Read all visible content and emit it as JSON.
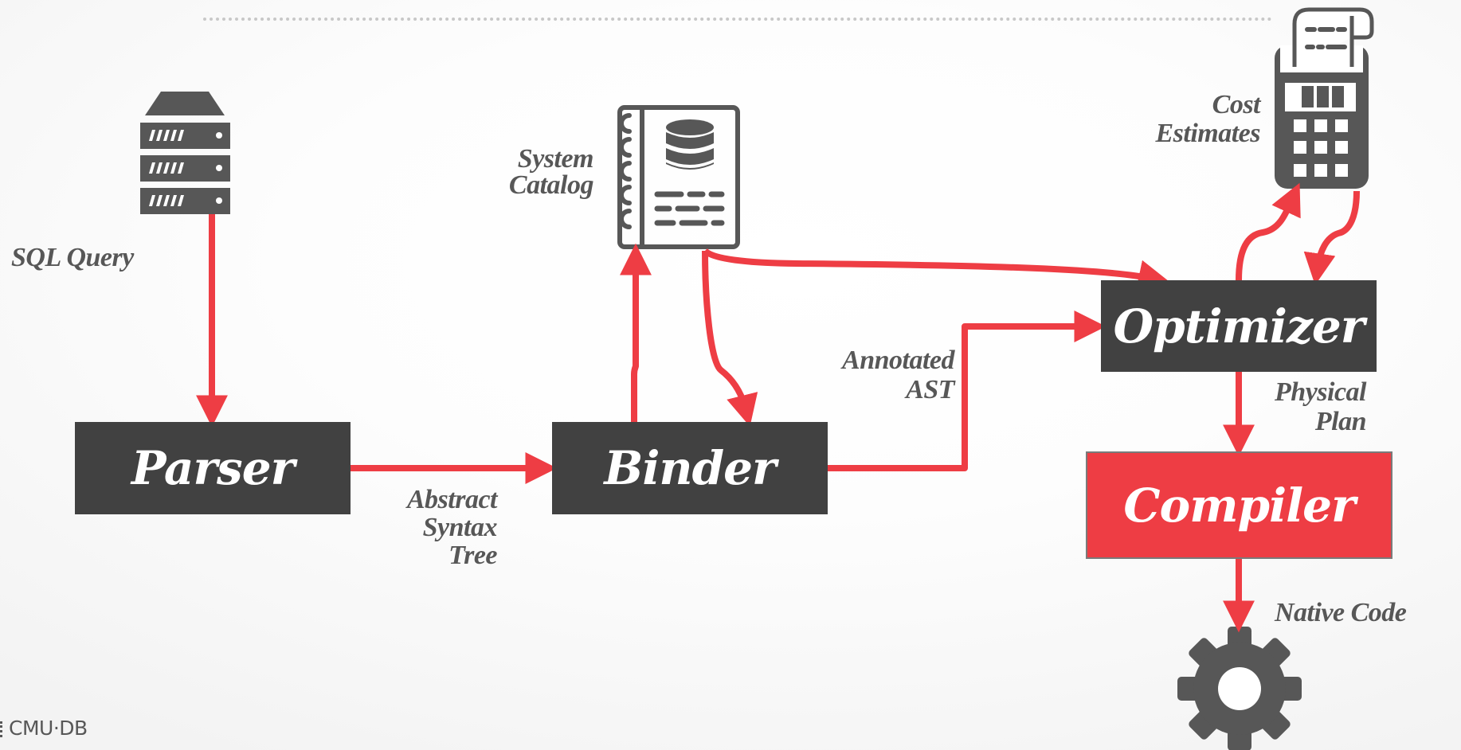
{
  "diagram": {
    "title_visible": "",
    "nodes": {
      "parser": "Parser",
      "binder": "Binder",
      "optimizer": "Optimizer",
      "compiler": "Compiler"
    },
    "labels": {
      "sql_query": "SQL Query",
      "ast": [
        "Abstract",
        "Syntax",
        "Tree"
      ],
      "system_catalog": [
        "System",
        "Catalog"
      ],
      "annotated_ast": [
        "Annotated",
        "AST"
      ],
      "cost_estimates": [
        "Cost",
        "Estimates"
      ],
      "physical_plan": [
        "Physical",
        "Plan"
      ],
      "native_code": "Native Code"
    },
    "icons": {
      "source": "server-icon",
      "catalog": "notebook-database-icon",
      "cost_model": "calculator-icon",
      "output": "gear-icon"
    },
    "edges": [
      {
        "from": "sql-query-source",
        "to": "parser"
      },
      {
        "from": "parser",
        "to": "binder",
        "label": "Abstract Syntax Tree"
      },
      {
        "from": "binder",
        "to": "system-catalog"
      },
      {
        "from": "system-catalog",
        "to": "binder"
      },
      {
        "from": "system-catalog",
        "to": "optimizer"
      },
      {
        "from": "binder",
        "to": "optimizer",
        "label": "Annotated AST"
      },
      {
        "from": "optimizer",
        "to": "cost-estimates"
      },
      {
        "from": "cost-estimates",
        "to": "optimizer"
      },
      {
        "from": "optimizer",
        "to": "compiler",
        "label": "Physical Plan"
      },
      {
        "from": "compiler",
        "to": "native-code",
        "label": "Native Code"
      }
    ],
    "colors": {
      "accent": "#ee3d44",
      "box_dark": "#414141",
      "icon_grey": "#575757",
      "text": "#575757"
    }
  },
  "footer": {
    "logo": "CMU·DB"
  }
}
